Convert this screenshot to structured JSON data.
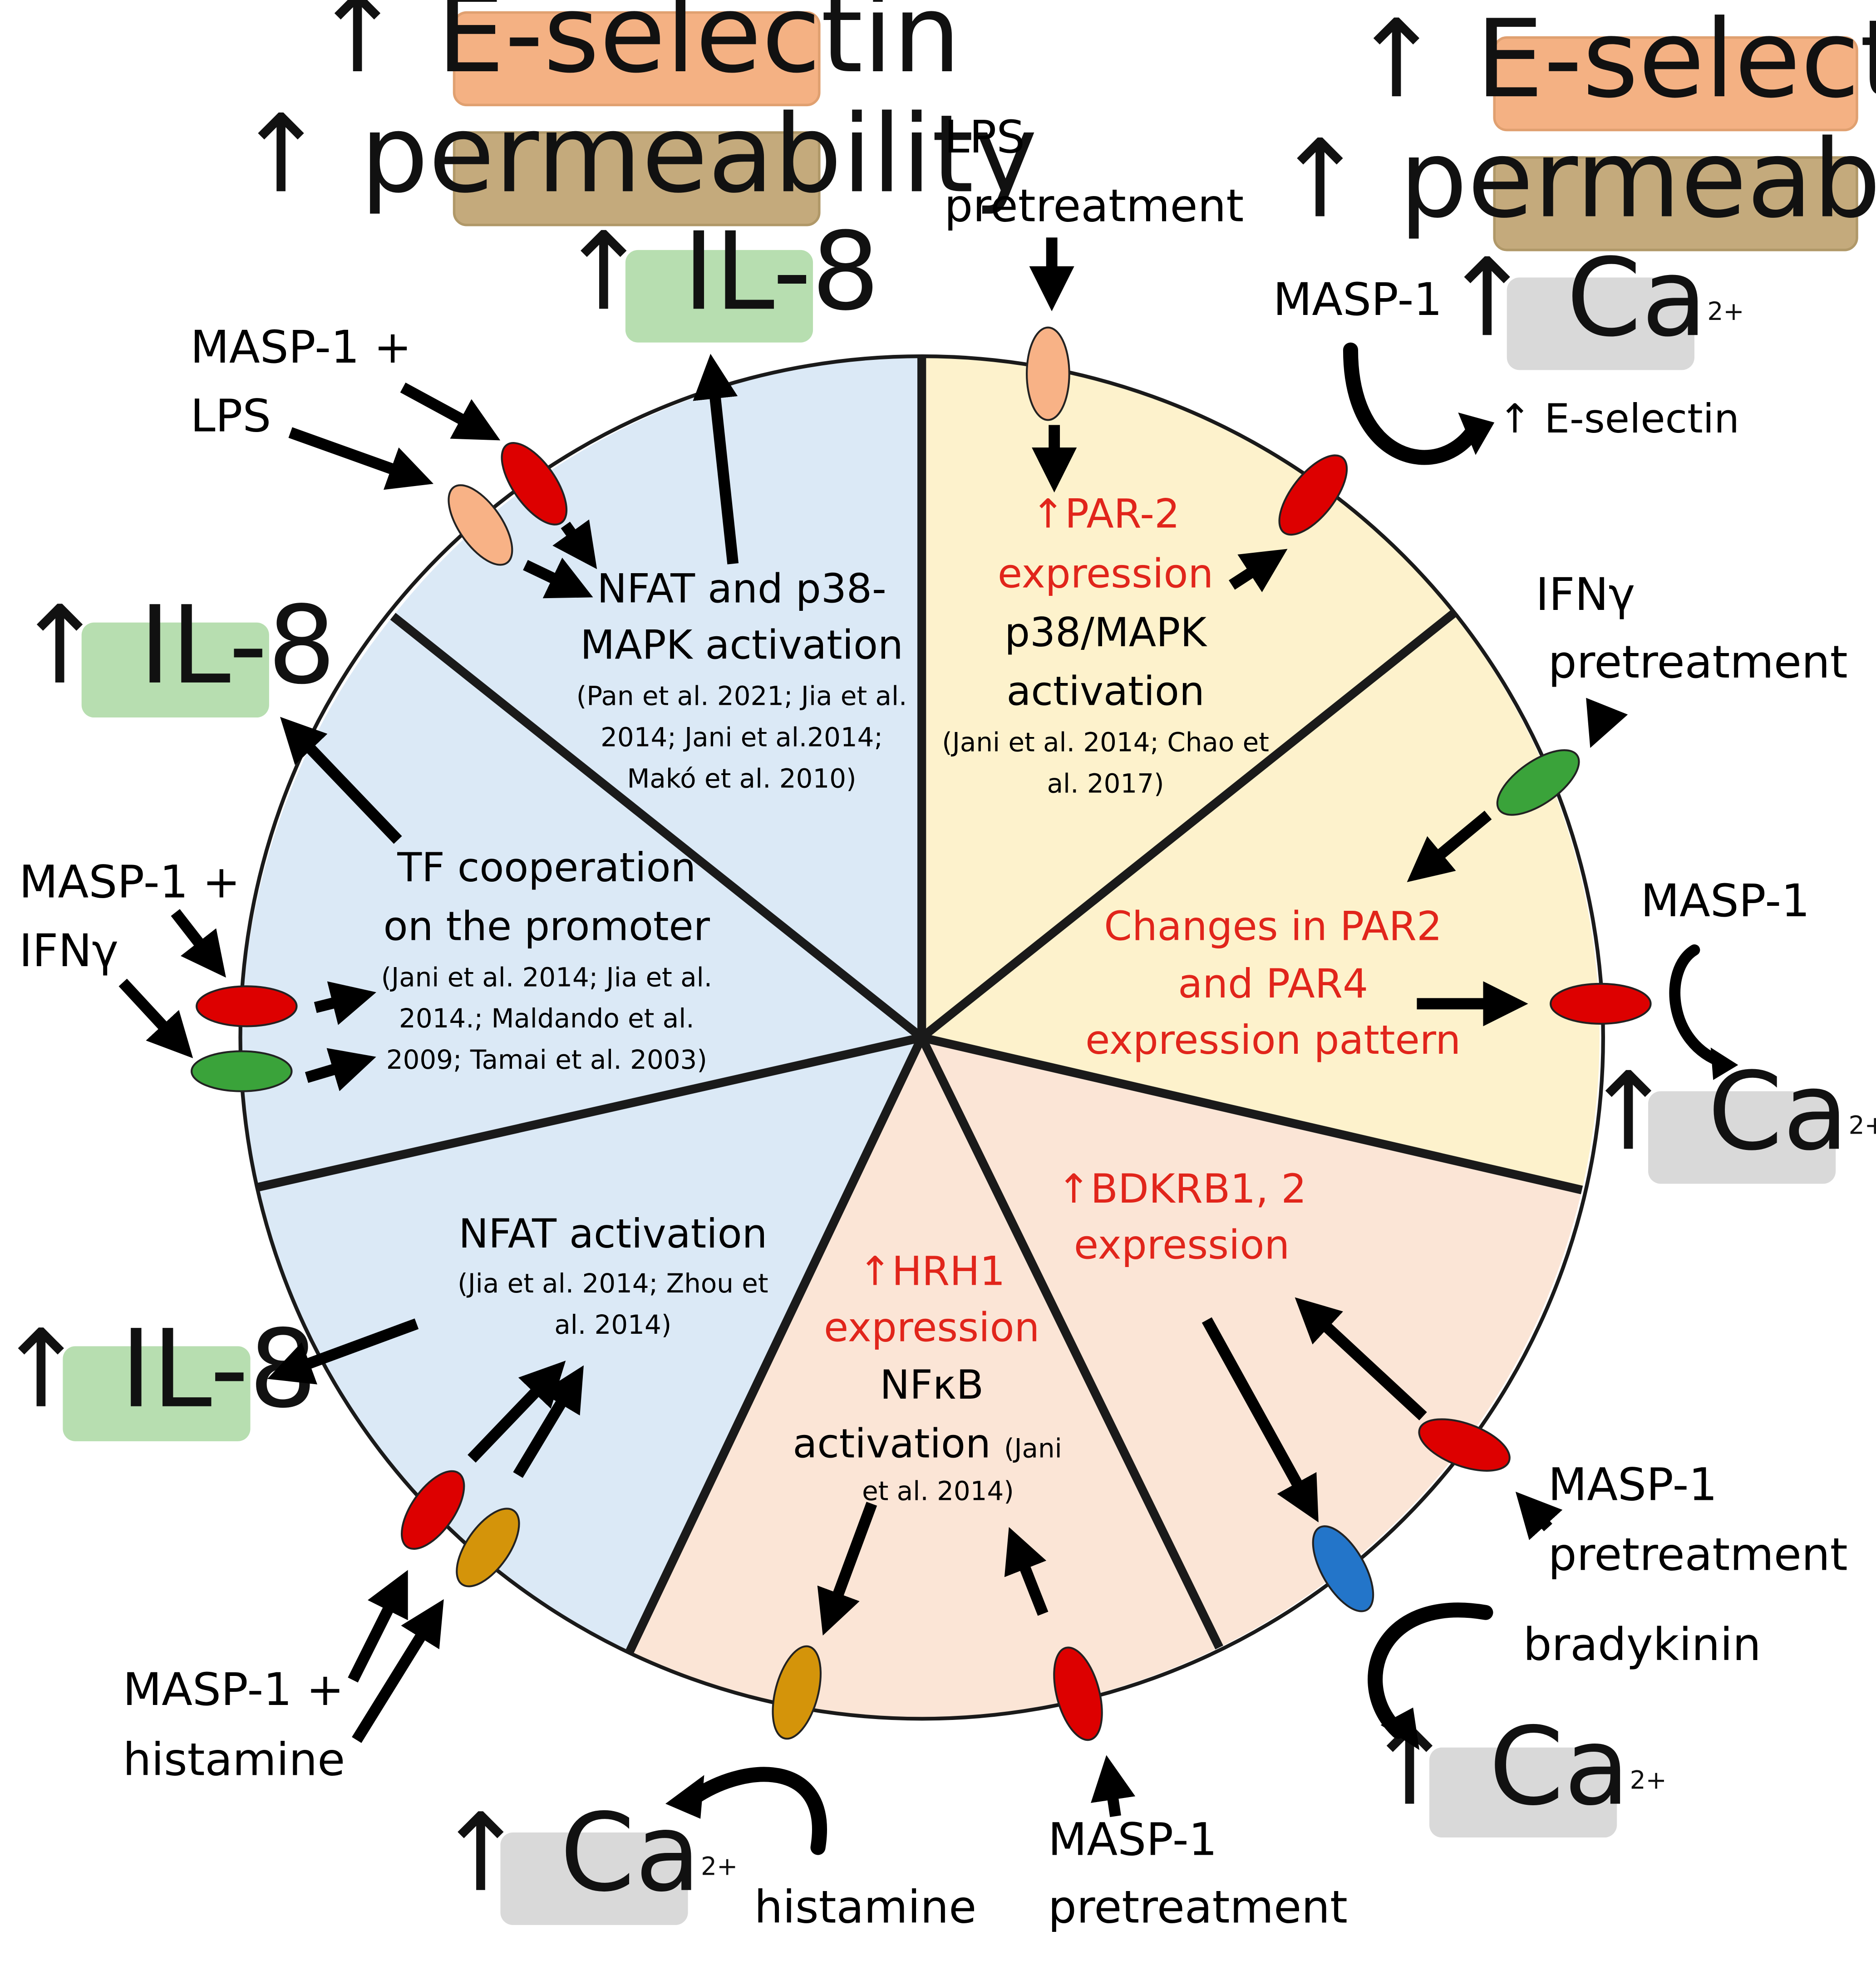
{
  "colors": {
    "sector_blue": "#dbe9f6",
    "sector_yellow": "#fdf2cc",
    "sector_peach": "#fbe5d6",
    "box_eselectin": "#f4b183",
    "box_permeability": "#c4aa7c",
    "box_il8": "#b7deb0",
    "box_ca": "#d9d9d9",
    "receptor_par": "#dd0000",
    "receptor_lps": "#f8b286",
    "receptor_ifn": "#3aa33a",
    "receptor_histamine": "#d4940a",
    "receptor_bradykinin": "#2375c9",
    "highlight_text": "#e1251b"
  },
  "boxes": {
    "eselectin": "↑ E-selectin",
    "permeability": "↑ permeability",
    "il8": "↑ IL-8",
    "ca": "↑ Ca",
    "ca_sup": "2+"
  },
  "outer_labels": {
    "masp1_lps_l1": "MASP-1 +",
    "masp1_lps_l2": "LPS",
    "lps_pre_l1": "LPS",
    "lps_pre_l2": "pretreatment",
    "masp1": "MASP-1",
    "eselectin_plain": "↑ E-selectin",
    "ifn_pre_l1": "IFNγ",
    "ifn_pre_l2": "pretreatment",
    "masp1_ifn_l1": "MASP-1 +",
    "masp1_ifn_l2": "IFNγ",
    "masp1_pre_l1": "MASP-1",
    "masp1_pre_l2": "pretreatment",
    "bradykinin": "bradykinin",
    "masp1_hist_l1": "MASP-1 +",
    "masp1_hist_l2": "histamine",
    "histamine": "histamine"
  },
  "sectors": {
    "nfat_p38": {
      "l1": "NFAT and p38-",
      "l2": "MAPK activation",
      "r1": "(Pan et al. 2021; Jia et al.",
      "r2": "2014; Jani et al.2014;",
      "r3": "Makó et al. 2010)"
    },
    "par2": {
      "red1": "↑PAR-2",
      "red2": "expression",
      "l1": "p38/MAPK",
      "l2": "activation",
      "r1": "(Jani et al. 2014; Chao et",
      "r2": "al. 2017)"
    },
    "par2_par4": {
      "red1": "Changes in PAR2",
      "red2": "and PAR4",
      "red3": "expression pattern"
    },
    "bdkrb": {
      "red1": "↑BDKRB1, 2",
      "red2": "expression"
    },
    "hrh1": {
      "red1": "↑HRH1",
      "red2": "expression",
      "l1": "NFκB",
      "l2": "activation",
      "r1": "(Jani",
      "r2": "et al. 2014)"
    },
    "nfat": {
      "l1": "NFAT activation",
      "r1": "(Jia et al. 2014; Zhou et",
      "r2": "al. 2014)"
    },
    "tf": {
      "l1": "TF cooperation",
      "l2": "on the promoter",
      "r1": "(Jani et al. 2014; Jia et al.",
      "r2": "2014.; Maldando et al.",
      "r3": "2009; Tamai et al. 2003)"
    }
  }
}
